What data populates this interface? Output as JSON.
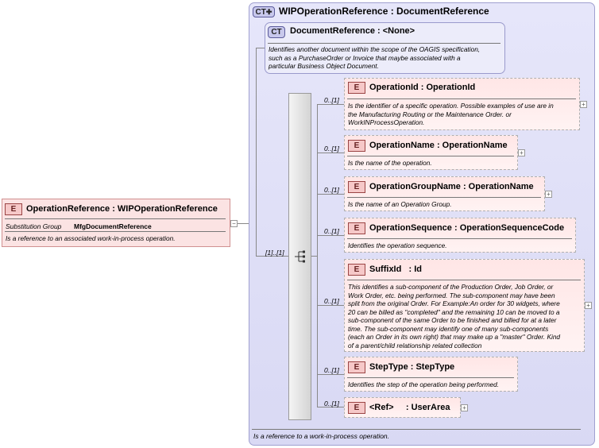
{
  "root": {
    "badge": "E",
    "title": "OperationReference : WIPOperationReference",
    "subst_label": "Substitution Group",
    "subst_value": "MfgDocumentReference",
    "doc": "Is a reference to an associated work-in-process operation."
  },
  "complex_type": {
    "badge": "CT",
    "title": "WIPOperationReference : DocumentReference",
    "doc": "Is a reference to a work-in-process operation."
  },
  "base_type": {
    "badge": "CT",
    "title": "DocumentReference : <None>",
    "doc_lines": [
      "Identifies another document within the scope of the OAGIS specification,",
      "such as a PurchaseOrder or Invoice that maybe associated with a",
      "particular Business Object Document."
    ]
  },
  "sequence": {
    "cardinality": "[1]..[1]"
  },
  "children": [
    {
      "badge": "E",
      "title": "OperationId : OperationId",
      "card": "0..[1]",
      "doc_lines": [
        "Is the identifier of a specific operation.  Possible examples of use are in",
        "the Manufacturing Routing or the Maintenance Order. or",
        "WorkINProcessOperation."
      ]
    },
    {
      "badge": "E",
      "title": "OperationName : OperationName",
      "card": "0..[1]",
      "doc_lines": [
        "Is the name of the operation."
      ]
    },
    {
      "badge": "E",
      "title": "OperationGroupName : OperationName",
      "card": "0..[1]",
      "doc_lines": [
        "Is the name of an Operation Group."
      ]
    },
    {
      "badge": "E",
      "title": "OperationSequence : OperationSequenceCode",
      "card": "0..[1]",
      "doc_lines": [
        "Identifies the operation sequence."
      ]
    },
    {
      "badge": "E",
      "title": "SuffixId   : Id",
      "card": "0..[1]",
      "doc_lines": [
        "This identifies a sub-component of the Production Order, Job Order, or",
        "Work Order, etc. being performed. The sub-component may have been",
        "split from the original Order. For Example:An order for 30 widgets, where",
        "20 can be billed as \"completed\" and the remaining 10 can be moved to a",
        "sub-component of the same Order to be finished and billed for at a later",
        "time.  The sub-component may identify one of many sub-components",
        "(each an Order in its own right) that may make up a \"master\" Order. Kind",
        "of a parent/child relationship related collection"
      ]
    },
    {
      "badge": "E",
      "title": "StepType : StepType",
      "card": "0..[1]",
      "doc_lines": [
        "Identifies the step of the operation being performed."
      ]
    },
    {
      "badge": "E",
      "title": "<Ref>     : UserArea",
      "card": "0..[1]",
      "doc_lines": []
    }
  ],
  "icons": {
    "expand": "plus-icon",
    "collapse": "minus-icon",
    "sequence": "sequence-icon",
    "complex_type": "complex-type-icon"
  },
  "colors": {
    "complex_type_bg": "#e0e0f8",
    "element_bg": "#ffe6e6",
    "badge_element": "#f6c8c8"
  }
}
